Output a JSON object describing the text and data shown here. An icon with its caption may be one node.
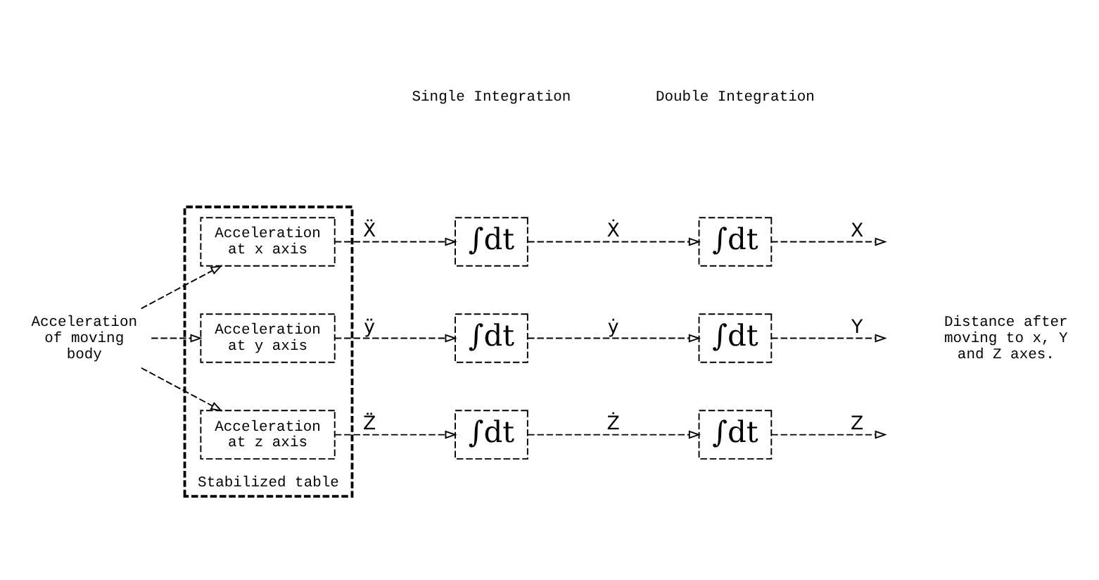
{
  "diagram": {
    "nodes": [
      {
        "text": [
          "Acceleration of moving body"
        ]
      },
      {
        "text": [
          "Stabilized table"
        ]
      },
      {
        "text": [
          "Acceleration at x axis"
        ],
        "in": 1
      },
      {
        "text": [
          "Acceleration at y axis"
        ],
        "in": 1
      },
      {
        "text": [
          "Acceleration at z axis"
        ],
        "in": 1
      },
      {
        "text": [
          "∫dt"
        ]
      },
      {
        "text": [
          "∫dt"
        ]
      },
      {
        "text": [
          "∫dt"
        ]
      },
      {
        "text": [
          "∫dt"
        ]
      },
      {
        "text": [
          "∫dt"
        ]
      },
      {
        "text": [
          "∫dt"
        ]
      }
    ],
    "edges": [
      {
        "from": 0,
        "to": 2,
        "arrow": "to",
        "style": "dashed"
      },
      {
        "from": 0,
        "to": 3,
        "arrow": "to",
        "style": "dashed"
      },
      {
        "from": 0,
        "to": 4,
        "arrow": "to",
        "style": "dashed"
      },
      {
        "from": 2,
        "to": 5,
        "arrow": "to",
        "label": "Ẍ",
        "style": "dashed"
      },
      {
        "from": 5,
        "to": 6,
        "arrow": "to",
        "label": "Ẋ",
        "style": "dashed"
      },
      {
        "from": 6,
        "to": null,
        "arrow": "to",
        "label": "X",
        "style": "dashed"
      },
      {
        "from": 3,
        "to": 7,
        "arrow": "to",
        "label": "ÿ",
        "style": "dashed"
      },
      {
        "from": 7,
        "to": 8,
        "arrow": "to",
        "label": "ẏ",
        "style": "dashed"
      },
      {
        "from": 8,
        "to": null,
        "arrow": "to",
        "label": "Y",
        "style": "dashed"
      },
      {
        "from": 4,
        "to": 9,
        "arrow": "to",
        "label": "Z̈",
        "style": "dashed"
      },
      {
        "from": 9,
        "to": 10,
        "arrow": "to",
        "label": "Ż",
        "style": "dashed"
      },
      {
        "from": 10,
        "to": null,
        "arrow": "to",
        "label": "Z",
        "style": "dashed"
      }
    ],
    "labels": [
      "Single Integration",
      "Double Integration",
      "Distance after moving to x, Y and Z axes."
    ]
  }
}
